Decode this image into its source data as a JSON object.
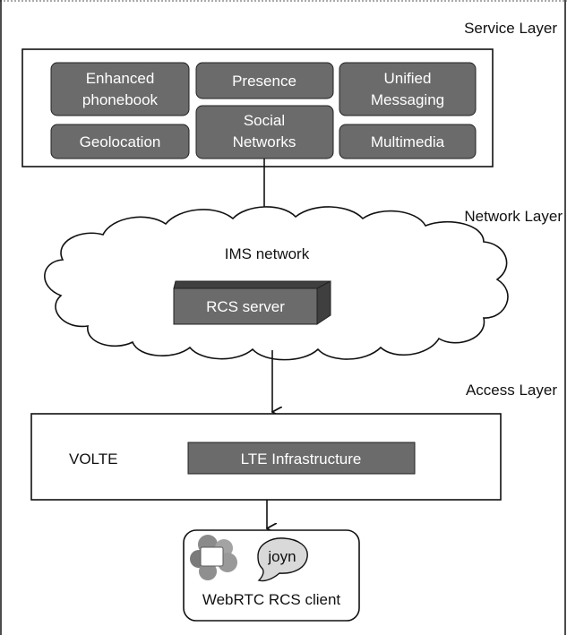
{
  "colors": {
    "box_fill": "#6b6b6b",
    "box_fill_dark": "#4a4a4a",
    "box_fill_side": "#3f3f3f",
    "line": "#111111",
    "cloud_fill": "#ffffff",
    "client_logo": "#8a8a8a"
  },
  "service_layer": {
    "label": "Service Layer",
    "services": [
      {
        "name": "enhanced-phonebook",
        "lines": [
          "Enhanced",
          "phonebook"
        ]
      },
      {
        "name": "presence",
        "lines": [
          "Presence"
        ]
      },
      {
        "name": "unified-messaging",
        "lines": [
          "Unified",
          "Messaging"
        ]
      },
      {
        "name": "geolocation",
        "lines": [
          "Geolocation"
        ]
      },
      {
        "name": "social-networks",
        "lines": [
          "Social",
          "Networks"
        ]
      },
      {
        "name": "multimedia",
        "lines": [
          "Multimedia"
        ]
      }
    ]
  },
  "network_layer": {
    "label": "Network Layer",
    "cloud_label": "IMS network",
    "server_label": "RCS server"
  },
  "access_layer": {
    "label": "Access Layer",
    "volte_label": "VOLTE",
    "infrastructure_label": "LTE Infrastructure"
  },
  "client": {
    "label": "WebRTC RCS client",
    "joyn_label": "joyn",
    "icons": [
      "webrtc-logo-icon",
      "joyn-logo-icon"
    ]
  }
}
